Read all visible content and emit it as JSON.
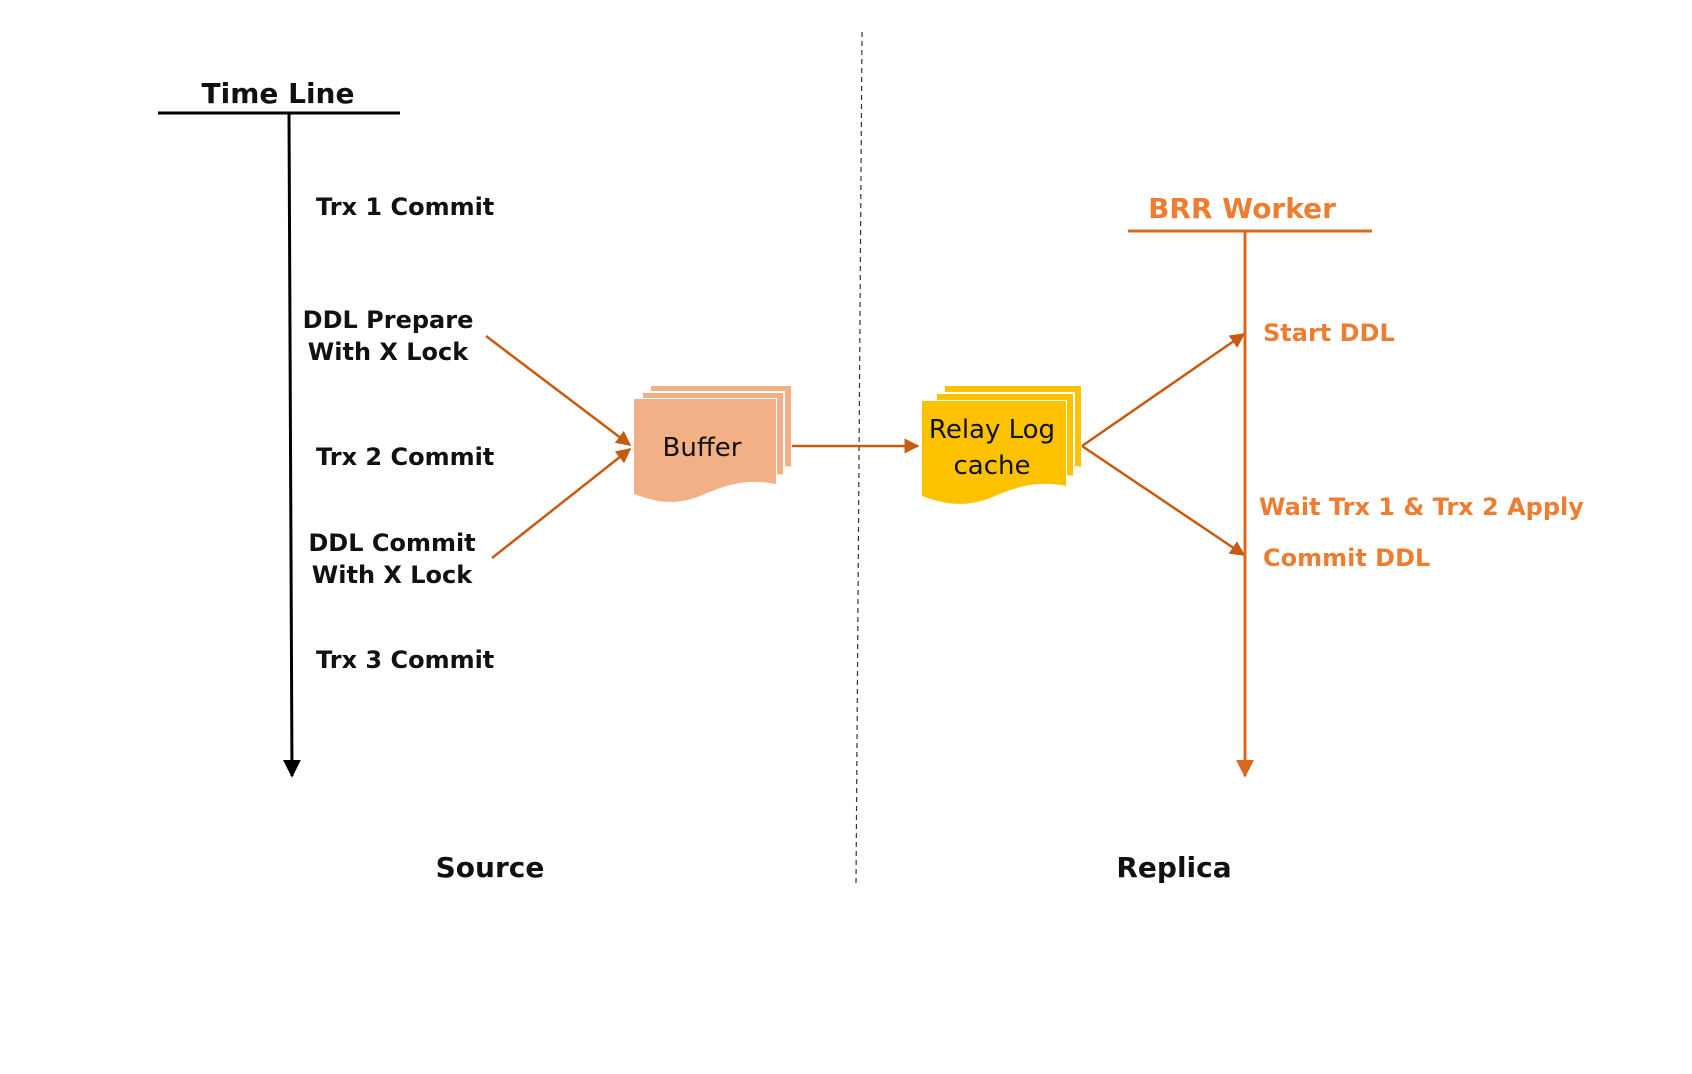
{
  "source": {
    "timeline_title": "Time Line",
    "events": {
      "trx1": "Trx 1 Commit",
      "ddl_prepare_line1": "DDL Prepare",
      "ddl_prepare_line2": "With X Lock",
      "trx2": "Trx 2 Commit",
      "ddl_commit_line1": "DDL Commit",
      "ddl_commit_line2": "With X Lock",
      "trx3": "Trx 3 Commit"
    },
    "section_label": "Source"
  },
  "buffer": {
    "label": "Buffer",
    "color": "#f3b086"
  },
  "relay_log": {
    "label_line1": "Relay Log",
    "label_line2": "cache",
    "color": "#fcc200"
  },
  "replica": {
    "worker_title": "BRR Worker",
    "events": {
      "start_ddl": "Start DDL",
      "wait": "Wait Trx 1 & Trx 2 Apply",
      "commit_ddl": "Commit DDL"
    },
    "section_label": "Replica"
  },
  "colors": {
    "timeline": "#000000",
    "worker": "#d9691f",
    "arrow": "#c55a11",
    "worker_text": "#ec7d31"
  }
}
